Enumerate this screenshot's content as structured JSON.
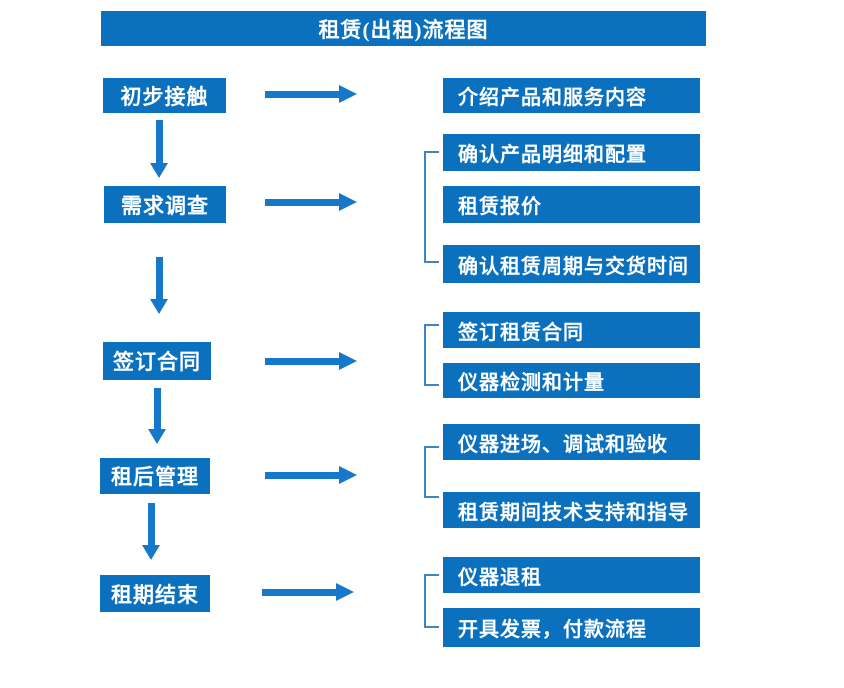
{
  "title": "租赁(出租)流程图",
  "colors": {
    "box_blue": "#0b71bf",
    "arrow_blue": "#1578c9",
    "bracket_blue": "#4083c3",
    "text": "#ffffff",
    "background": "#ffffff"
  },
  "steps": [
    {
      "label": "初步接触",
      "details": [
        "介绍产品和服务内容"
      ]
    },
    {
      "label": "需求调查",
      "details": [
        "确认产品明细和配置",
        "租赁报价",
        "确认租赁周期与交货时间"
      ]
    },
    {
      "label": "签订合同",
      "details": [
        "签订租赁合同",
        "仪器检测和计量"
      ]
    },
    {
      "label": "租后管理",
      "details": [
        "仪器进场、调试和验收",
        "租赁期间技术支持和指导"
      ]
    },
    {
      "label": "租期结束",
      "details": [
        "仪器退租",
        "开具发票，付款流程"
      ]
    }
  ]
}
